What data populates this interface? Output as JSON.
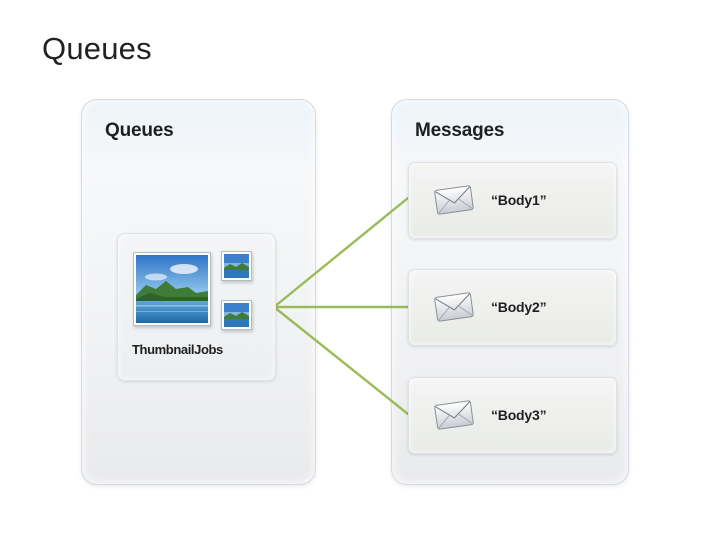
{
  "slide": {
    "title": "Queues"
  },
  "queues_panel": {
    "title": "Queues",
    "queue": {
      "name": "ThumbnailJobs",
      "icon": "picture-thumbnails-icon"
    }
  },
  "messages_panel": {
    "title": "Messages",
    "messages": [
      {
        "body": "“Body1”",
        "icon": "envelope-icon"
      },
      {
        "body": "“Body2”",
        "icon": "envelope-icon"
      },
      {
        "body": "“Body3”",
        "icon": "envelope-icon"
      }
    ]
  },
  "colors": {
    "connector": "#9bbb59",
    "panel_border": "#d5dbe2",
    "text": "#1f1f1f"
  }
}
